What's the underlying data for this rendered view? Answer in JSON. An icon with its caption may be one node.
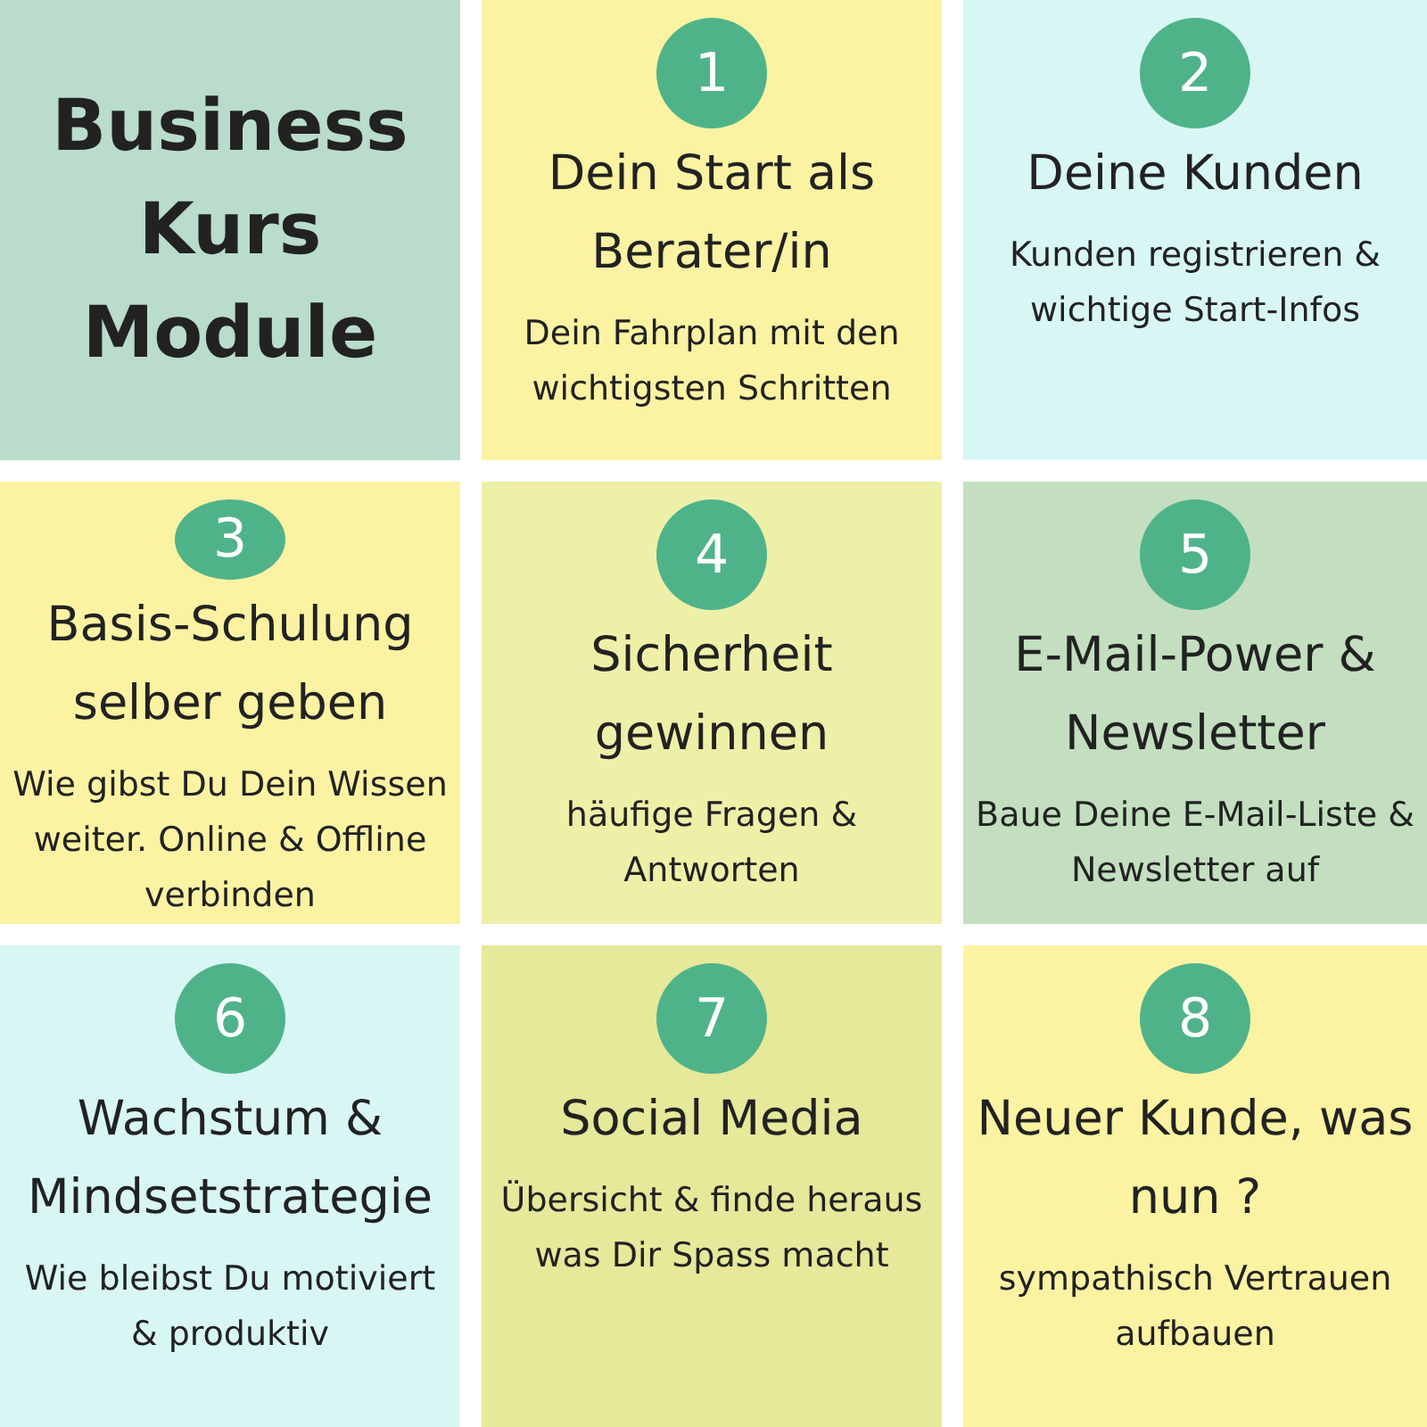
{
  "diagram": {
    "nodes": [
      {
        "text": [
          "Business Kurs Module"
        ]
      },
      {
        "text": [
          "Dein Start als Berater/in",
          "Dein Fahrplan mit den wichtigsten Schritten"
        ]
      },
      {
        "text": [
          "1"
        ],
        "in": 1
      },
      {
        "text": [
          "Deine Kunden",
          "Kunden registrieren & wichtige Start-Infos"
        ]
      },
      {
        "text": [
          "2"
        ],
        "in": 3
      },
      {
        "text": [
          "Basis-Schulung selber geben",
          "Wie gibst Du Dein Wissen weiter. Online & Offline verbinden"
        ]
      },
      {
        "text": [
          "3"
        ],
        "in": 5
      },
      {
        "text": [
          "Sicherheit gewinnen",
          "häufige Fragen & Antworten"
        ]
      },
      {
        "text": [
          "4"
        ],
        "in": 7
      },
      {
        "text": [
          "E-Mail-Power & Newsletter",
          "Baue Deine E-Mail-Liste & Newsletter auf"
        ]
      },
      {
        "text": [
          "5"
        ],
        "in": 9
      },
      {
        "text": [
          "Wachstum & Mindsetstrategie",
          "Wie bleibst Du motiviert & produktiv"
        ]
      },
      {
        "text": [
          "6"
        ],
        "in": 11
      },
      {
        "text": [
          "Social Media",
          "Übersicht & finde heraus was Dir Spass macht"
        ]
      },
      {
        "text": [
          "7"
        ],
        "in": 13
      },
      {
        "text": [
          "Neuer Kunde, was nun ?",
          "sympathisch Vertrauen aufbauen"
        ]
      },
      {
        "text": [
          "8"
        ],
        "in": 15
      }
    ]
  }
}
